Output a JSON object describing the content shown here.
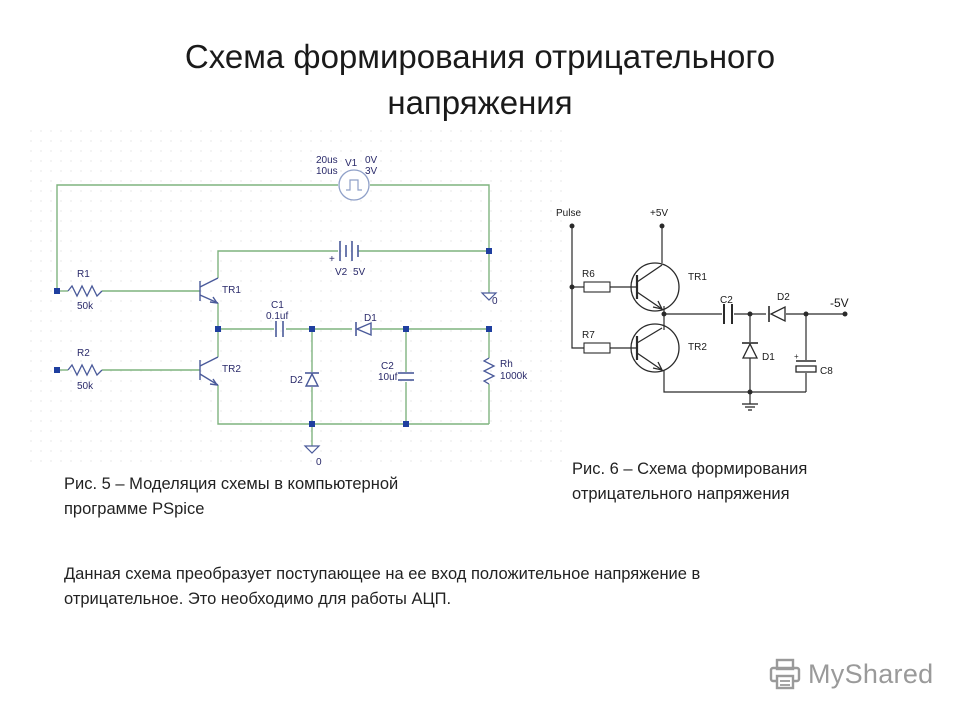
{
  "slide": {
    "title_line1": "Схема формирования отрицательного",
    "title_line2": "напряжения",
    "caption_fig5_line1": "Рис. 5 – Моделяция схемы в компьютерной",
    "caption_fig5_line2": "программе PSpice",
    "caption_fig6_line1": "Рис. 6 – Схема формирования",
    "caption_fig6_line2": "отрицательного напряжения",
    "description_line1": "Данная схема преобразует поступающее на ее вход положительное напряжение в",
    "description_line2": "отрицательное. Это необходимо для работы АЦП."
  },
  "pspice": {
    "v1_name": "V1",
    "v1_td": "20us",
    "v1_pw": "10us",
    "v1_v1": "0V",
    "v1_v2": "3V",
    "v2_name": "V2",
    "v2_value": "5V",
    "plus": "+",
    "r1_name": "R1",
    "r1_value": "50k",
    "r2_name": "R2",
    "r2_value": "50k",
    "tr1": "TR1",
    "tr2": "TR2",
    "c1_name": "C1",
    "c1_value": "0.1uf",
    "d1": "D1",
    "d2": "D2",
    "c2_name": "C2",
    "c2_value": "10uf",
    "rh_name": "Rh",
    "rh_value": "1000k",
    "gnd_top": "0",
    "gnd_bottom": "0"
  },
  "schematic": {
    "pulse": "Pulse",
    "vplus": "+5V",
    "r6": "R6",
    "r7": "R7",
    "tr1": "TR1",
    "tr2": "TR2",
    "c2": "C2",
    "d2": "D2",
    "vout": "-5V",
    "d1": "D1",
    "c8": "C8"
  },
  "watermark": {
    "text": "MyShared",
    "icon": "printer-logo-icon"
  },
  "colors": {
    "wire_pspice": "#7fb37f",
    "wire_schematic": "#2a2a2a",
    "text": "#222222",
    "watermark": "#9a9a9a"
  }
}
